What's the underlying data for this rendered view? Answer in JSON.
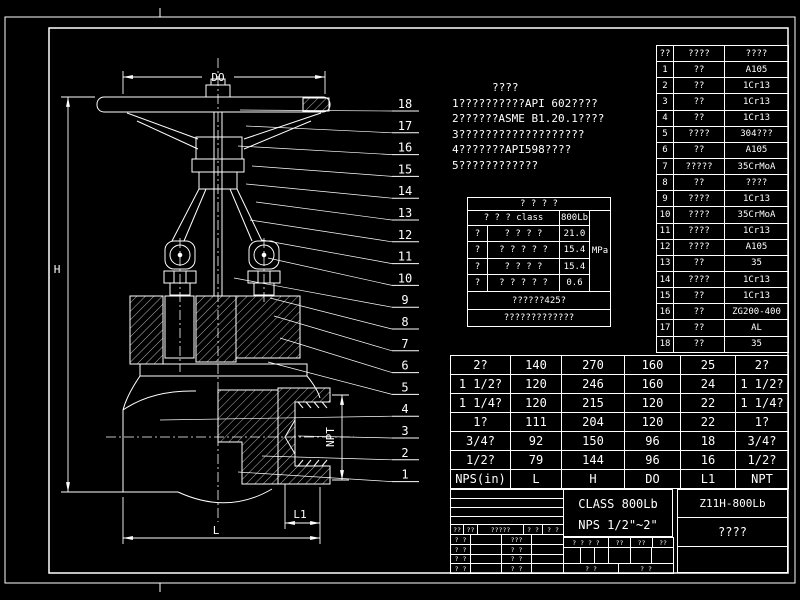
{
  "colors": {
    "background": "#000000",
    "line": "#ffffff"
  },
  "drawing": {
    "notes": {
      "title": "????",
      "lines": [
        "1??????????API 602????",
        "2??????ASME B1.20.1????",
        "3???????????????????",
        "4???????API598????",
        "5????????????"
      ]
    },
    "dims": {
      "do": "DO",
      "h": "H",
      "npt": "NPT",
      "l": "L",
      "l1": "L1"
    },
    "callouts": [
      "18",
      "17",
      "16",
      "15",
      "14",
      "13",
      "12",
      "11",
      "10",
      "9",
      "8",
      "7",
      "6",
      "5",
      "4",
      "3",
      "2",
      "1"
    ]
  },
  "pressure_table": {
    "title": "? ? ? ?",
    "class_label": "? ? ? class",
    "class_value": "800Lb",
    "unit": "MPa",
    "rows": [
      {
        "c1": "?",
        "c2": "? ? ? ?",
        "value": "21.0"
      },
      {
        "c1": "?",
        "c2": "? ? ? ? ?",
        "value": "15.4"
      },
      {
        "c1": "?",
        "c2": "? ? ? ?",
        "value": "15.4"
      },
      {
        "c1": "?",
        "c2": "? ? ? ? ?",
        "value": "0.6"
      }
    ],
    "footer1": "??????425?",
    "footer2": "?????????????"
  },
  "parts_table": {
    "headers": [
      "??",
      "????",
      "????"
    ],
    "rows": [
      {
        "no": "1",
        "name": "??",
        "material": "A105"
      },
      {
        "no": "2",
        "name": "??",
        "material": "1Cr13"
      },
      {
        "no": "3",
        "name": "??",
        "material": "1Cr13"
      },
      {
        "no": "4",
        "name": "??",
        "material": "1Cr13"
      },
      {
        "no": "5",
        "name": "????",
        "material": "304???"
      },
      {
        "no": "6",
        "name": "??",
        "material": "A105"
      },
      {
        "no": "7",
        "name": "?????",
        "material": "35CrMoA"
      },
      {
        "no": "8",
        "name": "??",
        "material": "????"
      },
      {
        "no": "9",
        "name": "????",
        "material": "1Cr13"
      },
      {
        "no": "10",
        "name": "????",
        "material": "35CrMoA"
      },
      {
        "no": "11",
        "name": "????",
        "material": "1Cr13"
      },
      {
        "no": "12",
        "name": "????",
        "material": "A105"
      },
      {
        "no": "13",
        "name": "??",
        "material": "35"
      },
      {
        "no": "14",
        "name": "????",
        "material": "1Cr13"
      },
      {
        "no": "15",
        "name": "??",
        "material": "1Cr13"
      },
      {
        "no": "16",
        "name": "??",
        "material": "ZG200-400"
      },
      {
        "no": "17",
        "name": "??",
        "material": "AL"
      },
      {
        "no": "18",
        "name": "??",
        "material": "35"
      }
    ]
  },
  "dim_table": {
    "rows": [
      [
        "2?",
        "140",
        "270",
        "160",
        "25",
        "2?"
      ],
      [
        "1 1/2?",
        "120",
        "246",
        "160",
        "24",
        "1 1/2?"
      ],
      [
        "1 1/4?",
        "120",
        "215",
        "120",
        "22",
        "1 1/4?"
      ],
      [
        "1?",
        "111",
        "204",
        "120",
        "22",
        "1?"
      ],
      [
        "3/4?",
        "92",
        "150",
        "96",
        "18",
        "3/4?"
      ],
      [
        "1/2?",
        "79",
        "144",
        "96",
        "16",
        "1/2?"
      ]
    ],
    "header": [
      "NPS(in)",
      "L",
      "H",
      "DO",
      "L1",
      "NPT"
    ]
  },
  "class_box": {
    "line1": "CLASS 800Lb",
    "line2": "NPS 1/2\"~2\""
  },
  "model_box": {
    "model": "Z11H-800Lb",
    "name": "????"
  },
  "title_block": {
    "header_row": [
      "??",
      "??",
      "?????",
      "? ?",
      "? ?"
    ],
    "rows": [
      [
        "? ?",
        "",
        "???",
        ""
      ],
      [
        "? ?",
        "",
        "? ?",
        ""
      ],
      [
        "? ?",
        "",
        "? ?",
        ""
      ],
      [
        "? ?",
        "",
        "? ?",
        ""
      ]
    ],
    "sig_row": [
      "? ? ? ?",
      "??",
      "??",
      "??"
    ],
    "bottom_row": [
      "? ?",
      "? ?"
    ]
  }
}
